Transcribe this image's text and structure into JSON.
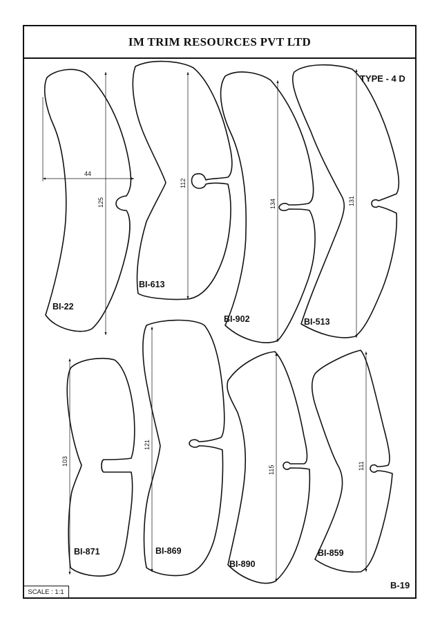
{
  "header": {
    "title": "IM TRIM RESOURCES PVT LTD"
  },
  "type_label": "TYPE - 4 D",
  "sheet_code": "B-19",
  "scale_text": "SCALE : 1:1",
  "parts": [
    {
      "id": "BI-22",
      "dims": [
        "125",
        "44"
      ]
    },
    {
      "id": "BI-613",
      "dims": [
        "112"
      ]
    },
    {
      "id": "BI-902",
      "dims": [
        "134"
      ]
    },
    {
      "id": "BI-513",
      "dims": [
        "131"
      ]
    },
    {
      "id": "BI-871",
      "dims": [
        "103"
      ]
    },
    {
      "id": "BI-869",
      "dims": [
        "121"
      ]
    },
    {
      "id": "BI-890",
      "dims": [
        "115"
      ]
    },
    {
      "id": "BI-859",
      "dims": [
        "111"
      ]
    }
  ]
}
